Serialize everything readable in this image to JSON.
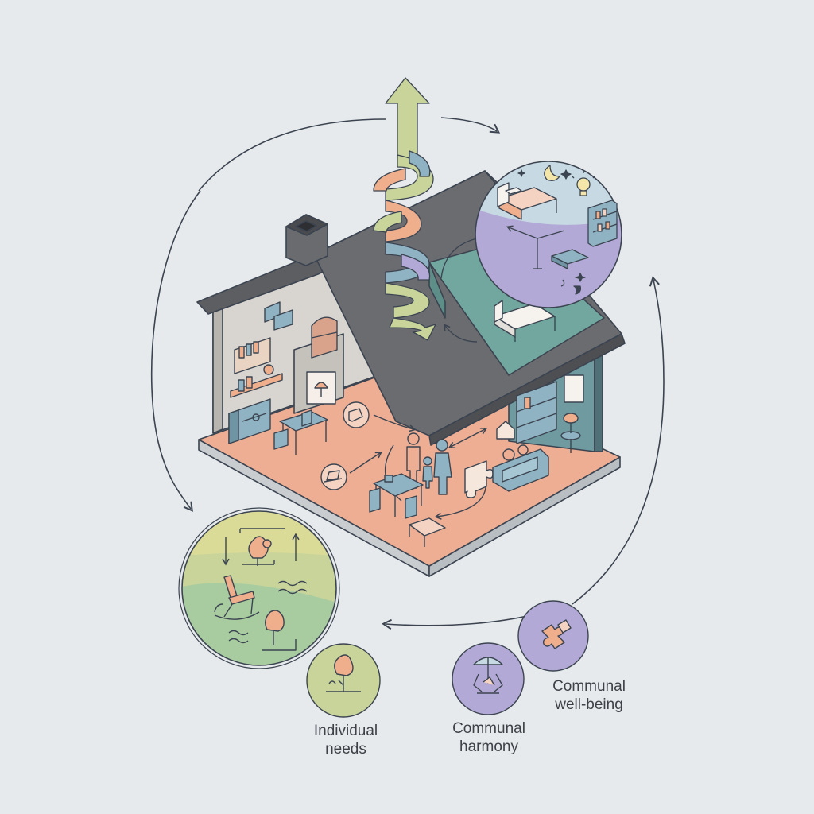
{
  "labels": {
    "individual_needs": [
      "Individual",
      "needs"
    ],
    "communal_harmony": [
      "Communal",
      "harmony"
    ],
    "communal_wellbeing": [
      "Communal",
      "well-being"
    ]
  },
  "colors": {
    "background": "#e7eaec",
    "line": "#3b4450",
    "floor": "#eeae94",
    "roof": "#6b6c70",
    "wall_left": "#d8d4cf",
    "wall_right": "#6f9aa0",
    "loft": "#72a79f",
    "green": "#c8d49a",
    "orange": "#efae8c",
    "purple": "#b3a9d6",
    "blue": "#8fb3c3"
  },
  "icons": [
    "house-icon",
    "helix-arrow-icon",
    "cycle-arrow-icon",
    "bed-icon",
    "moon-icon",
    "lightbulb-icon",
    "bookshelf-icon",
    "tree-icon",
    "rocking-chair-icon",
    "family-icon",
    "puzzle-icon",
    "umbrella-icon"
  ]
}
